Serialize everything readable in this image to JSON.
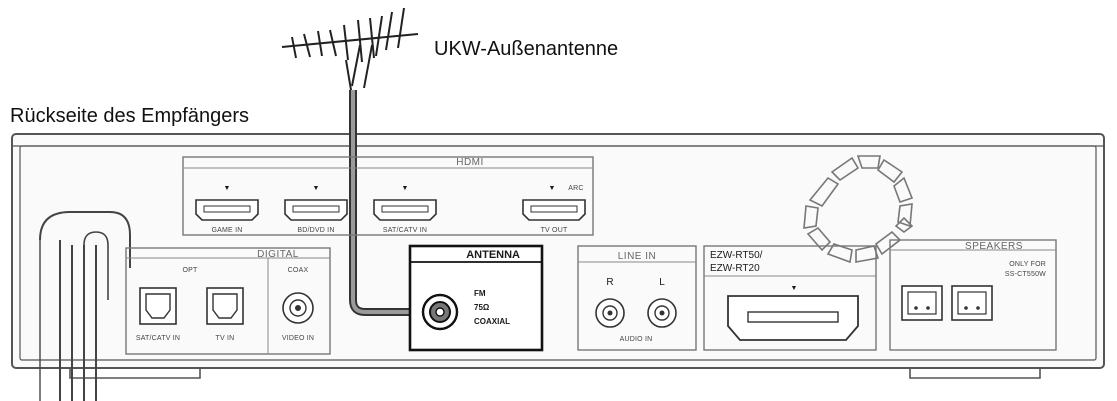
{
  "labels": {
    "antenna": "UKW-Außenantenne",
    "receiver_back": "Rückseite des Empfängers"
  },
  "hdmi": {
    "header": "HDMI",
    "ports": [
      "GAME IN",
      "BD/DVD IN",
      "SAT/CATV IN",
      "TV OUT"
    ],
    "arc": "ARC"
  },
  "digital": {
    "header": "DIGITAL",
    "opt": "OPT",
    "coax": "COAX",
    "ports": [
      "SAT/CATV IN",
      "TV IN",
      "VIDEO IN"
    ]
  },
  "antenna_panel": {
    "header": "ANTENNA",
    "line1": "FM",
    "line2": "75Ω",
    "line3": "COAXIAL"
  },
  "line_in": {
    "header": "LINE IN",
    "r": "R",
    "l": "L",
    "footer": "AUDIO IN"
  },
  "ezw": {
    "line1": "EZW-RT50/",
    "line2": "EZW-RT20"
  },
  "speakers": {
    "header": "SPEAKERS",
    "note1": "ONLY FOR",
    "note2": "SS-CT550W"
  }
}
